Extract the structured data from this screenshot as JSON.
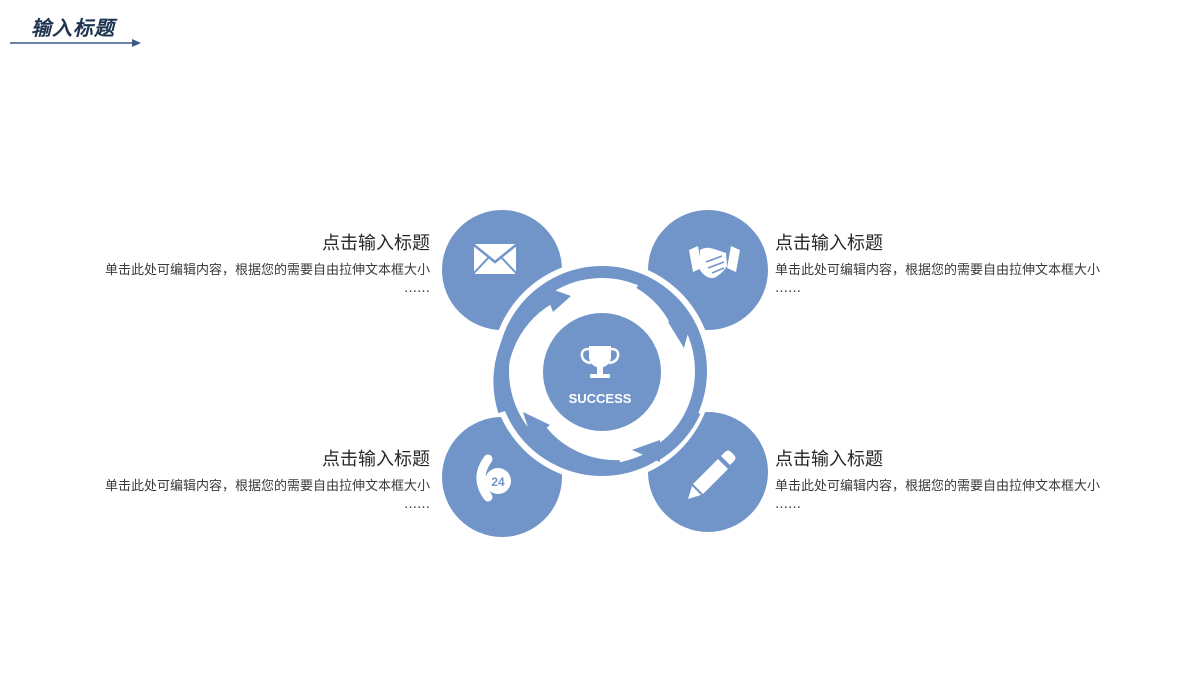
{
  "page": {
    "title": "输入标题"
  },
  "diagram": {
    "center_label": "SUCCESS",
    "accent_color": "#7195c9",
    "icons": [
      "envelope-icon",
      "handshake-icon",
      "phone-24-icon",
      "pencil-icon",
      "trophy-icon"
    ]
  },
  "blocks": [
    {
      "heading": "点击输入标题",
      "body": "单击此处可编辑内容，根据您的需要自由拉伸文本框大小",
      "ellipsis": "……"
    },
    {
      "heading": "点击输入标题",
      "body": "单击此处可编辑内容，根据您的需要自由拉伸文本框大小",
      "ellipsis": "……"
    },
    {
      "heading": "点击输入标题",
      "body": "单击此处可编辑内容，根据您的需要自由拉伸文本框大小",
      "ellipsis": "……"
    },
    {
      "heading": "点击输入标题",
      "body": "单击此处可编辑内容，根据您的需要自由拉伸文本框大小",
      "ellipsis": "……"
    }
  ]
}
